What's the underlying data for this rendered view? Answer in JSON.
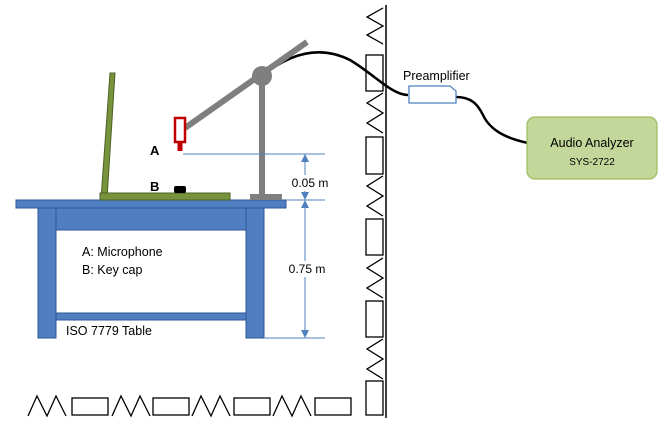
{
  "labels": {
    "point_a": "A",
    "point_b": "B",
    "legend_a": "A: Microphone",
    "legend_b": "B: Key cap",
    "table": "ISO 7779 Table",
    "preamplifier": "Preamplifier",
    "analyzer_title": "Audio Analyzer",
    "analyzer_model": "SYS-2722"
  },
  "dimensions": {
    "mic_height": "0.05 m",
    "table_height": "0.75 m"
  },
  "colors": {
    "table": "#4f7fc0",
    "table_dark": "#2f5597",
    "laptop": "#77933c",
    "laptop_dark": "#4f6228",
    "microphone": "#c00000",
    "stand": "#7f7f7f",
    "analyzer_fill": "#c4d79b",
    "analyzer_stroke": "#9bbb59",
    "dimension_line": "#4f81bd",
    "cable": "#000000"
  }
}
